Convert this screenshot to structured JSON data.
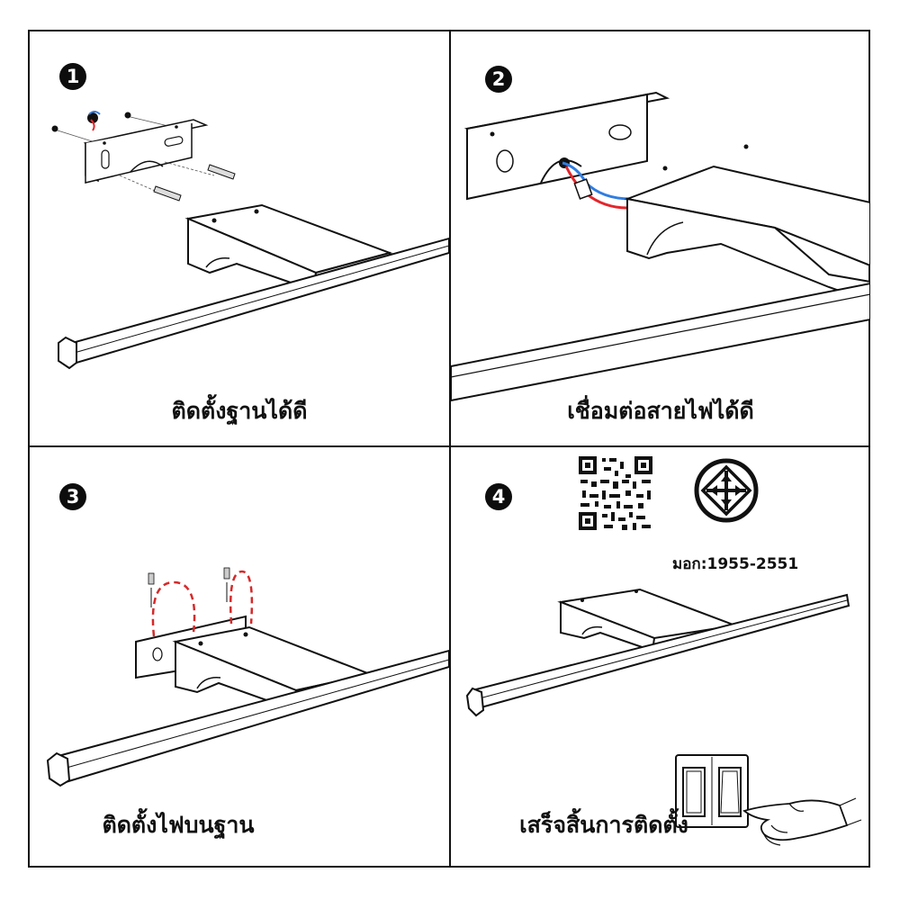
{
  "steps": [
    {
      "number": "1",
      "caption": "ติดตั้งฐานได้ดี"
    },
    {
      "number": "2",
      "caption": "เชื่อมต่อสายไฟได้ดี"
    },
    {
      "number": "3",
      "caption": "ติดตั้งไฟบนฐาน"
    },
    {
      "number": "4",
      "caption": "เสร็จสิ้นการติดตั้ง"
    }
  ],
  "certification": {
    "label": "มอก:1955-2551"
  },
  "icons": {
    "qr": "qr-code-icon",
    "tis": "tis-certification-mark-icon",
    "switch": "wall-switch-icon",
    "hand": "pointing-hand-icon"
  },
  "colors": {
    "line": "#111111",
    "wire_red": "#e3262b",
    "wire_blue": "#2f7de1",
    "dash_red": "#d42a2a"
  }
}
